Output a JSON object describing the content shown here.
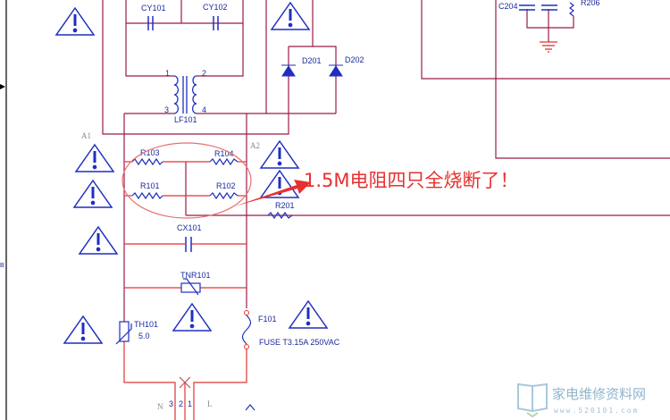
{
  "annotation": {
    "text": "1.5M电阻四只全烧断了！",
    "color": "#e8302f"
  },
  "components": {
    "cy101": "CY101",
    "cy102": "CY102",
    "lf101": "LF101",
    "pin1": "1",
    "pin2": "2",
    "pin3": "3",
    "pin4": "4",
    "d201": "D201",
    "d202": "D202",
    "r103": "R103",
    "r104": "R104",
    "r101": "R101",
    "r102": "R102",
    "r201": "R201",
    "cx101": "CX101",
    "tnr101": "TNR101",
    "th101": "TH101",
    "th101_value": "5.0",
    "f101": "F101",
    "fuse_rating": "FUSE T3.15A 250VAC",
    "c204": "C204",
    "r206": "R206"
  },
  "markers": {
    "a1": "A1",
    "a2": "A2",
    "b": "B",
    "n": "N",
    "l": "L",
    "c3": "3",
    "c2": "2",
    "c1": "1"
  },
  "watermark": {
    "name": "家电维修资料网",
    "url": "www.520101.com"
  },
  "colors": {
    "wire": "#9b1b4a",
    "hot_wire": "#e03535",
    "component": "#1f2fc0"
  }
}
